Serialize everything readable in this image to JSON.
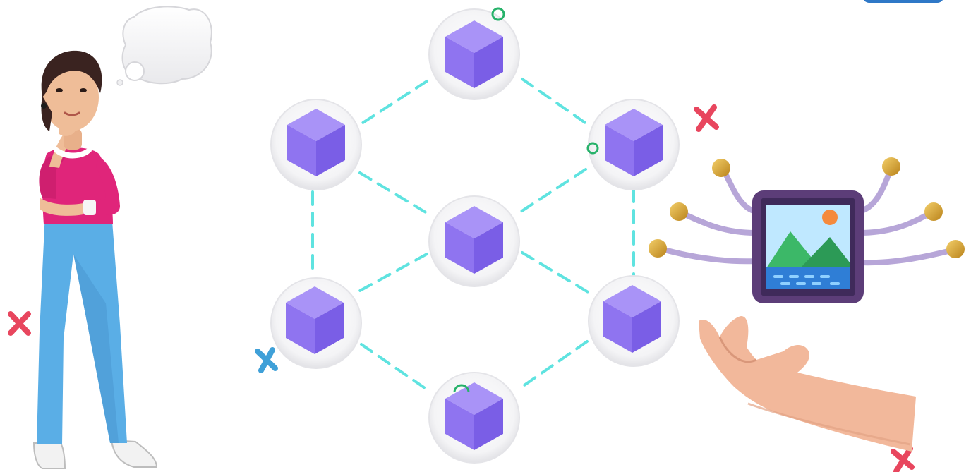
{
  "scene": {
    "background": "#ffffff",
    "nodes": [
      {
        "id": "top"
      },
      {
        "id": "upper-left"
      },
      {
        "id": "upper-right"
      },
      {
        "id": "center"
      },
      {
        "id": "lower-left"
      },
      {
        "id": "lower-right"
      },
      {
        "id": "bottom"
      }
    ],
    "colors": {
      "cube_light": "#a993f7",
      "cube_mid": "#8f74f0",
      "cube_dark": "#7a5ee6",
      "dash_line": "#5fe3e0",
      "ring_green": "#27b26a",
      "cross_red": "#e8465e",
      "cross_blue": "#3fa0d8",
      "sweater": "#e0257a",
      "jeans": "#5aaee6",
      "skin": "#efbd98",
      "hair": "#3a2320",
      "frame": "#5c3d78",
      "connector_ball": "#d9a224",
      "badge": "#2f78c7"
    },
    "icons": [
      "person-icon",
      "thought-bubble-icon",
      "cube-icon",
      "image-frame-icon",
      "hand-icon",
      "cross-icon",
      "ring-icon"
    ]
  }
}
